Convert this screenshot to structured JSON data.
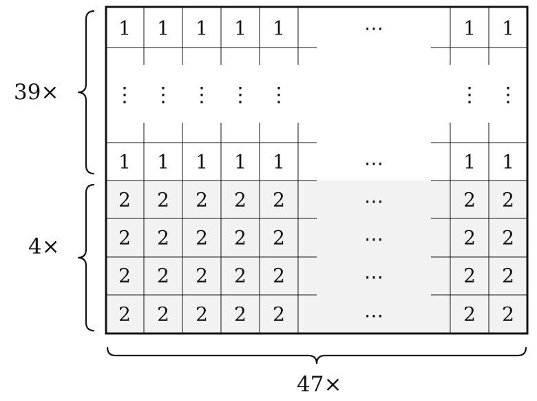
{
  "row_labels": {
    "top_group": "39×",
    "bottom_group": "4×"
  },
  "column_label": "47×",
  "grid": {
    "top_first_row": [
      "1",
      "1",
      "1",
      "1",
      "1"
    ],
    "top_first_row_right": [
      "1",
      "1"
    ],
    "top_last_row": [
      "1",
      "1",
      "1",
      "1",
      "1"
    ],
    "top_last_row_right": [
      "1",
      "1"
    ],
    "vertical_ellipsis": "⋮",
    "horizontal_ellipsis": "⋯",
    "bottom_rows": [
      {
        "left": [
          "2",
          "2",
          "2",
          "2",
          "2"
        ],
        "right": [
          "2",
          "2"
        ]
      },
      {
        "left": [
          "2",
          "2",
          "2",
          "2",
          "2"
        ],
        "right": [
          "2",
          "2"
        ]
      },
      {
        "left": [
          "2",
          "2",
          "2",
          "2",
          "2"
        ],
        "right": [
          "2",
          "2"
        ]
      },
      {
        "left": [
          "2",
          "2",
          "2",
          "2",
          "2"
        ],
        "right": [
          "2",
          "2"
        ]
      }
    ]
  },
  "colors": {
    "shade": "#f2f2f2",
    "line": "#111111"
  }
}
